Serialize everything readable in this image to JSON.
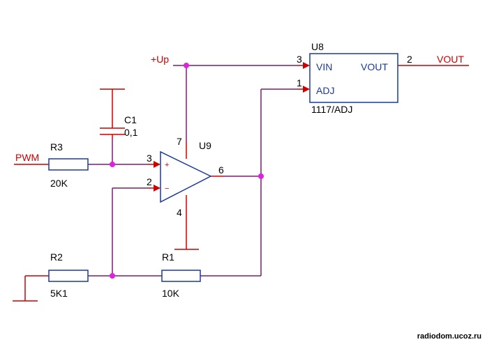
{
  "nets": {
    "pwm": "PWM",
    "vup": "+Up",
    "vout": "VOUT"
  },
  "u8": {
    "ref": "U8",
    "part": "1117/ADJ",
    "pin_vin": "VIN",
    "pin_adj": "ADJ",
    "pin_vout": "VOUT",
    "pin3": "3",
    "pin1": "1",
    "pin2": "2"
  },
  "u9": {
    "ref": "U9",
    "plus": "+",
    "minus": "−",
    "pin3": "3",
    "pin2": "2",
    "pin6": "6",
    "pin7": "7",
    "pin4": "4"
  },
  "r3": {
    "ref": "R3",
    "value": "20K"
  },
  "r2": {
    "ref": "R2",
    "value": "5K1"
  },
  "r1": {
    "ref": "R1",
    "value": "10K"
  },
  "c1": {
    "ref": "C1",
    "value": "0,1"
  },
  "watermark": "radiodom.ucoz.ru",
  "colors": {
    "wire": "#7a1e6e",
    "pin": "#cc0000",
    "body": "#1a3a9a",
    "junction": "#e020e0"
  }
}
